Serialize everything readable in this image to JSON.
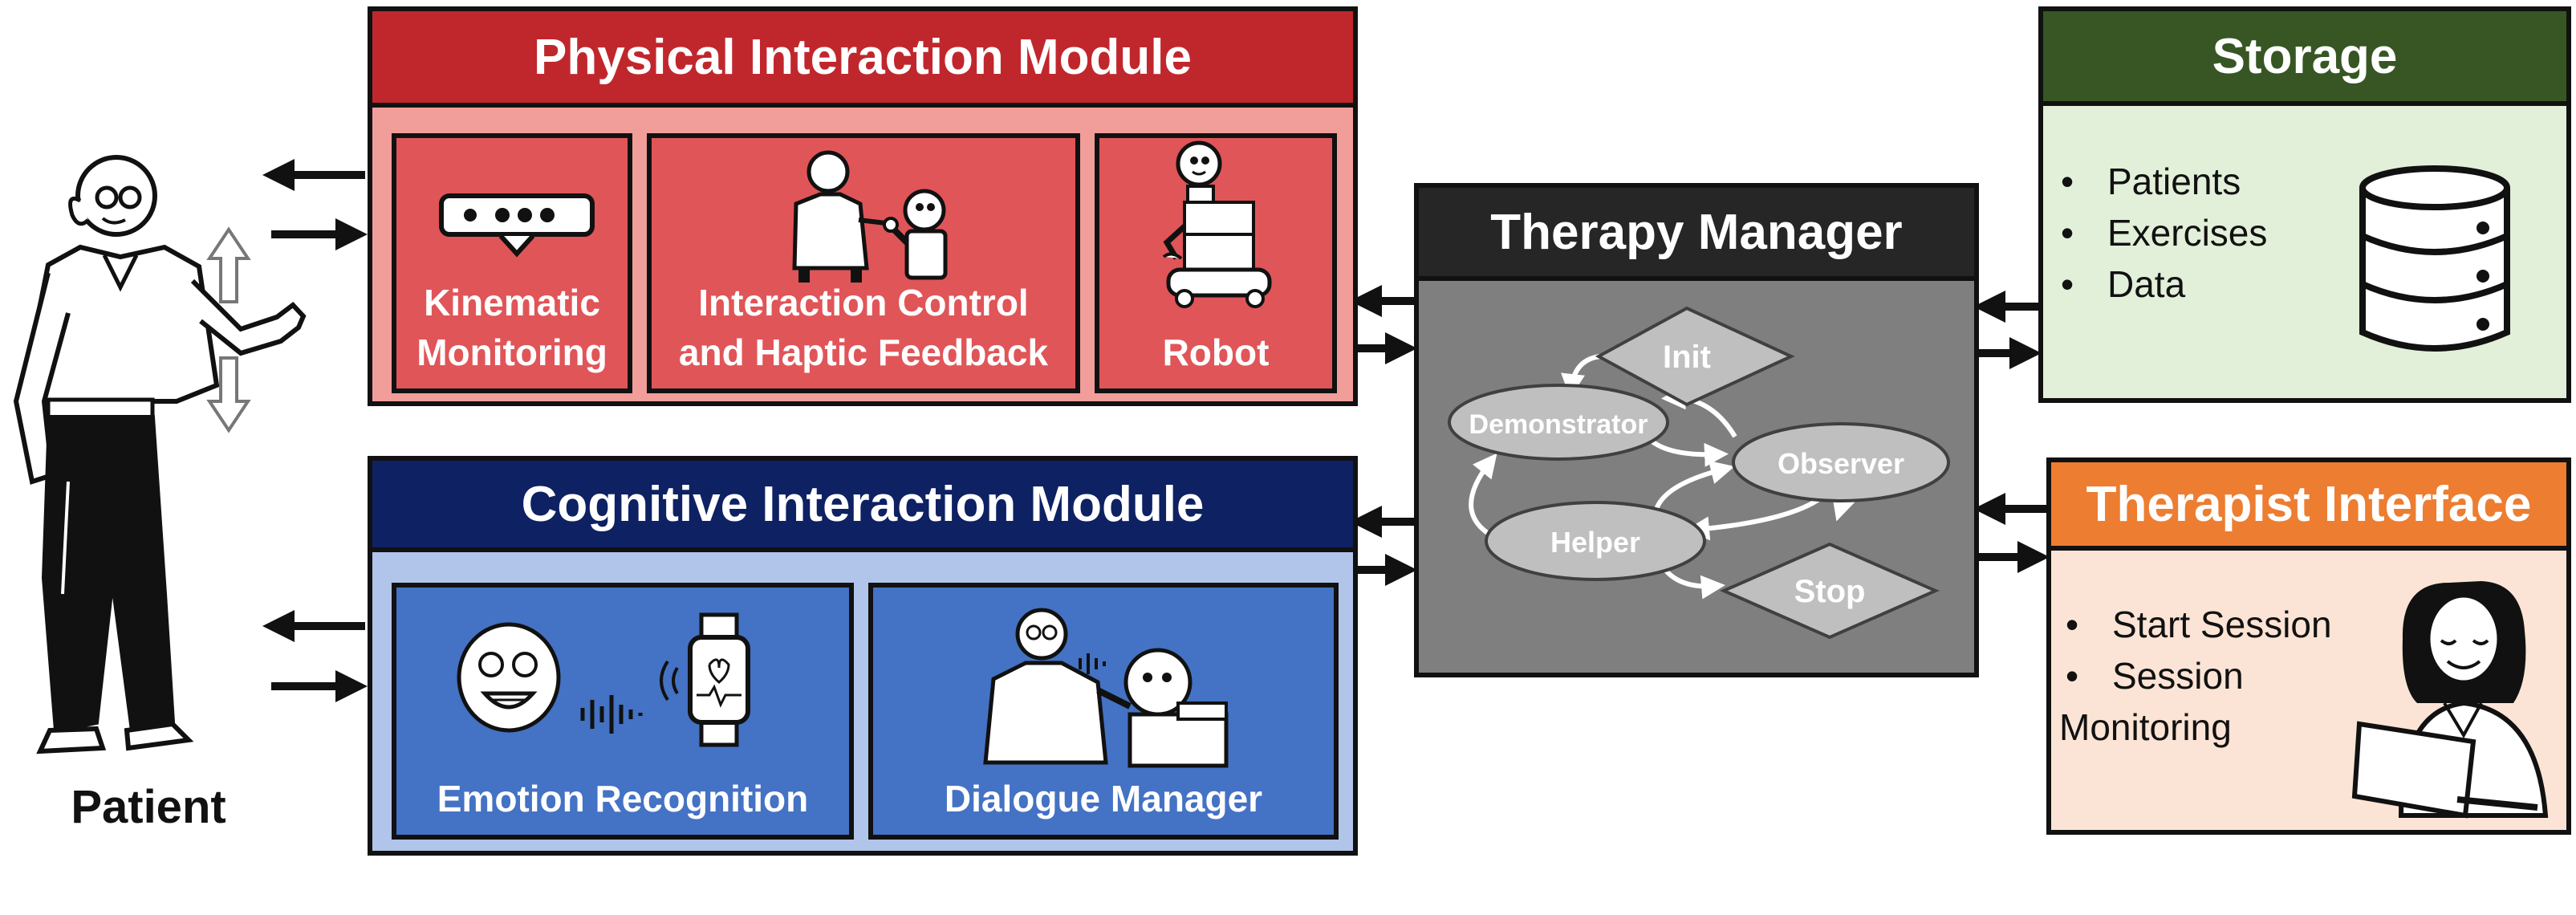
{
  "patient": {
    "label": "Patient"
  },
  "physical_module": {
    "title": "Physical Interaction Module",
    "kinematic_label": "Kinematic\nMonitoring",
    "interaction_label": "Interaction Control\nand Haptic Feedback",
    "robot_label": "Robot"
  },
  "cognitive_module": {
    "title": "Cognitive Interaction Module",
    "emotion_label": "Emotion Recognition",
    "dialogue_label": "Dialogue Manager"
  },
  "therapy_manager": {
    "title": "Therapy Manager",
    "states": {
      "init": "Init",
      "demonstrator": "Demonstrator",
      "observer": "Observer",
      "helper": "Helper",
      "stop": "Stop"
    }
  },
  "storage": {
    "title": "Storage",
    "items": [
      "Patients",
      "Exercises",
      "Data"
    ]
  },
  "therapist_interface": {
    "title": "Therapist Interface",
    "items": [
      "Start Session",
      "Session\nMonitoring"
    ]
  },
  "colors": {
    "physical_header": "#c0272d",
    "physical_body": "#f19e9a",
    "physical_sub": "#e05558",
    "cognitive_header": "#0d2163",
    "cognitive_body": "#b1c4e9",
    "cognitive_sub": "#4472c4",
    "manager_header": "#262626",
    "manager_body": "#7f7f7f",
    "storage_header": "#375623",
    "storage_body": "#e2efd9",
    "therapist_header": "#ed7d31",
    "therapist_body": "#fbe4d5"
  }
}
